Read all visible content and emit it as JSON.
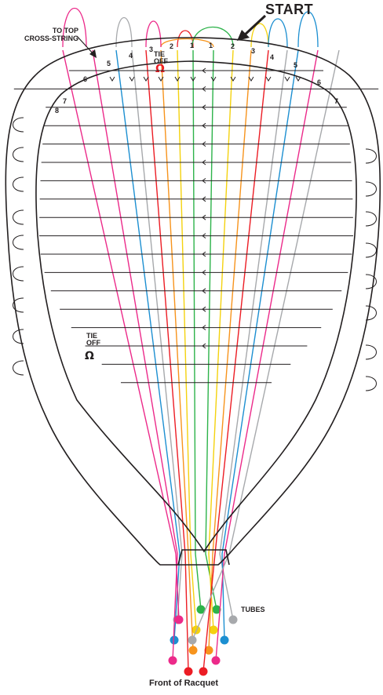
{
  "labels": {
    "start": "START",
    "to_top": "TO TOP\nCROSS-STRING",
    "tie_off": "TIE\nOFF",
    "tubes": "TUBES",
    "front": "Front of Racquet"
  },
  "main_string_numbers": [
    "1",
    "2",
    "3",
    "4",
    "5",
    "6",
    "7",
    "8"
  ],
  "colors": {
    "frame": "#231f20",
    "cross": "#231f20",
    "mains": {
      "1": "#f4d20e",
      "2": "#f7941d",
      "3": "#2db34a",
      "4": "#a7a9ac",
      "5": "#1c8fd1",
      "6": "#ec2a8a",
      "7": "#ec1c24",
      "knot": "#ec1c24"
    }
  }
}
